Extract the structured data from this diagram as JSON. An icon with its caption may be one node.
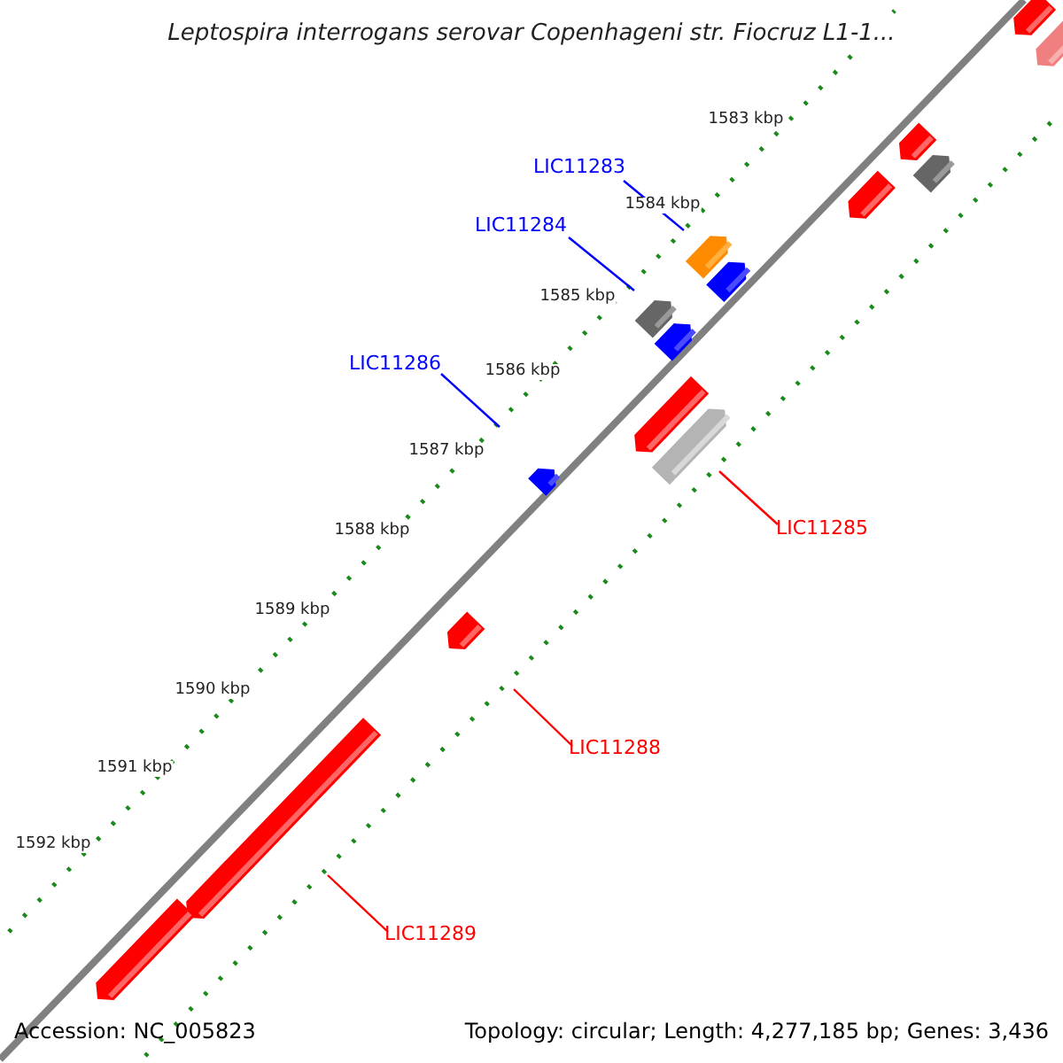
{
  "diagram": {
    "title": "Leptospira interrogans serovar Copenhageni str. Fiocruz L1-1...",
    "nodes": [
      {
        "text": [
          "LIC11283"
        ]
      },
      {
        "text": [
          "LIC11284"
        ]
      },
      {
        "text": [
          "LIC11286"
        ]
      },
      {
        "text": [
          "LIC11285"
        ]
      },
      {
        "text": [
          "LIC11288"
        ]
      },
      {
        "text": [
          "LIC11289"
        ]
      }
    ],
    "edges": [
      {
        "from": 0,
        "to": null,
        "arrow": "none",
        "color": "#0000ff"
      },
      {
        "from": 1,
        "to": null,
        "arrow": "none",
        "color": "#0000ff"
      },
      {
        "from": 2,
        "to": null,
        "arrow": "none",
        "color": "#0000ff"
      },
      {
        "from": 3,
        "to": null,
        "arrow": "none",
        "color": "#ff0000"
      },
      {
        "from": 4,
        "to": null,
        "arrow": "none",
        "color": "#ff0000"
      },
      {
        "from": 5,
        "to": null,
        "arrow": "none",
        "color": "#ff0000"
      }
    ],
    "labels": [
      "1583 kbp",
      "1584 kbp",
      "1585 kbp",
      "1586 kbp",
      "1587 kbp",
      "1588 kbp",
      "1589 kbp",
      "1590 kbp",
      "1591 kbp",
      "1592 kbp",
      "Accession: NC_005823",
      "Topology: circular; Length: 4,277,185 bp; Genes: 3,436"
    ]
  }
}
